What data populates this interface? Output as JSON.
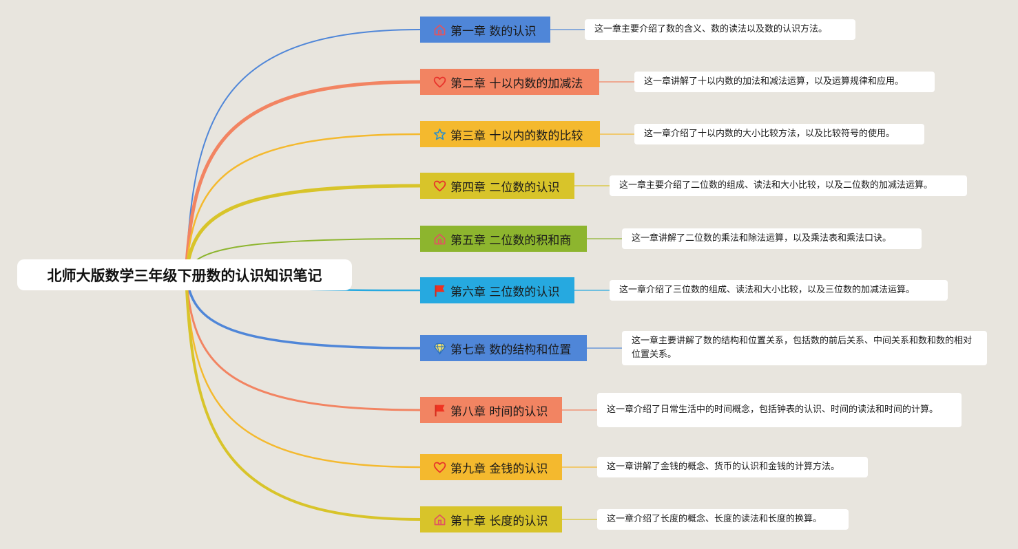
{
  "root": {
    "title": "北师大版数学三年级下册数的认识知识笔记"
  },
  "chapters": [
    {
      "title": "第一章 数的认识",
      "icon": "house-icon",
      "color": "#4f86d8",
      "desc": "这一章主要介绍了数的含义、数的读法以及数的认识方法。"
    },
    {
      "title": "第二章 十以内数的加减法",
      "icon": "heart-icon",
      "color": "#f28462",
      "desc": "这一章讲解了十以内数的加法和减法运算，以及运算规律和应用。"
    },
    {
      "title": "第三章 十以内的数的比较",
      "icon": "star-icon",
      "color": "#f4b92e",
      "desc": "这一章介绍了十以内数的大小比较方法，以及比较符号的使用。"
    },
    {
      "title": "第四章 二位数的认识",
      "icon": "heart-icon",
      "color": "#d8c42a",
      "desc": "这一章主要介绍了二位数的组成、读法和大小比较，以及二位数的加减法运算。"
    },
    {
      "title": "第五章 二位数的积和商",
      "icon": "house-icon",
      "color": "#8db52e",
      "desc": "这一章讲解了二位数的乘法和除法运算，以及乘法表和乘法口诀。"
    },
    {
      "title": "第六章 三位数的认识",
      "icon": "flag-icon",
      "color": "#26a9e0",
      "desc": "这一章介绍了三位数的组成、读法和大小比较，以及三位数的加减法运算。"
    },
    {
      "title": "第七章 数的结构和位置",
      "icon": "diamond-icon",
      "color": "#4f86d8",
      "desc": "这一章主要讲解了数的结构和位置关系，包括数的前后关系、中间关系和数和数的相对位置关系。"
    },
    {
      "title": "第八章 时间的认识",
      "icon": "flag-icon",
      "color": "#f28462",
      "desc": "这一章介绍了日常生活中的时间概念，包括钟表的认识、时间的读法和时间的计算。"
    },
    {
      "title": "第九章 金钱的认识",
      "icon": "heart-icon",
      "color": "#f4b92e",
      "desc": "这一章讲解了金钱的概念、货币的认识和金钱的计算方法。"
    },
    {
      "title": "第十章 长度的认识",
      "icon": "house-icon",
      "color": "#d8c42a",
      "desc": "这一章介绍了长度的概念、长度的读法和长度的换算。"
    }
  ]
}
